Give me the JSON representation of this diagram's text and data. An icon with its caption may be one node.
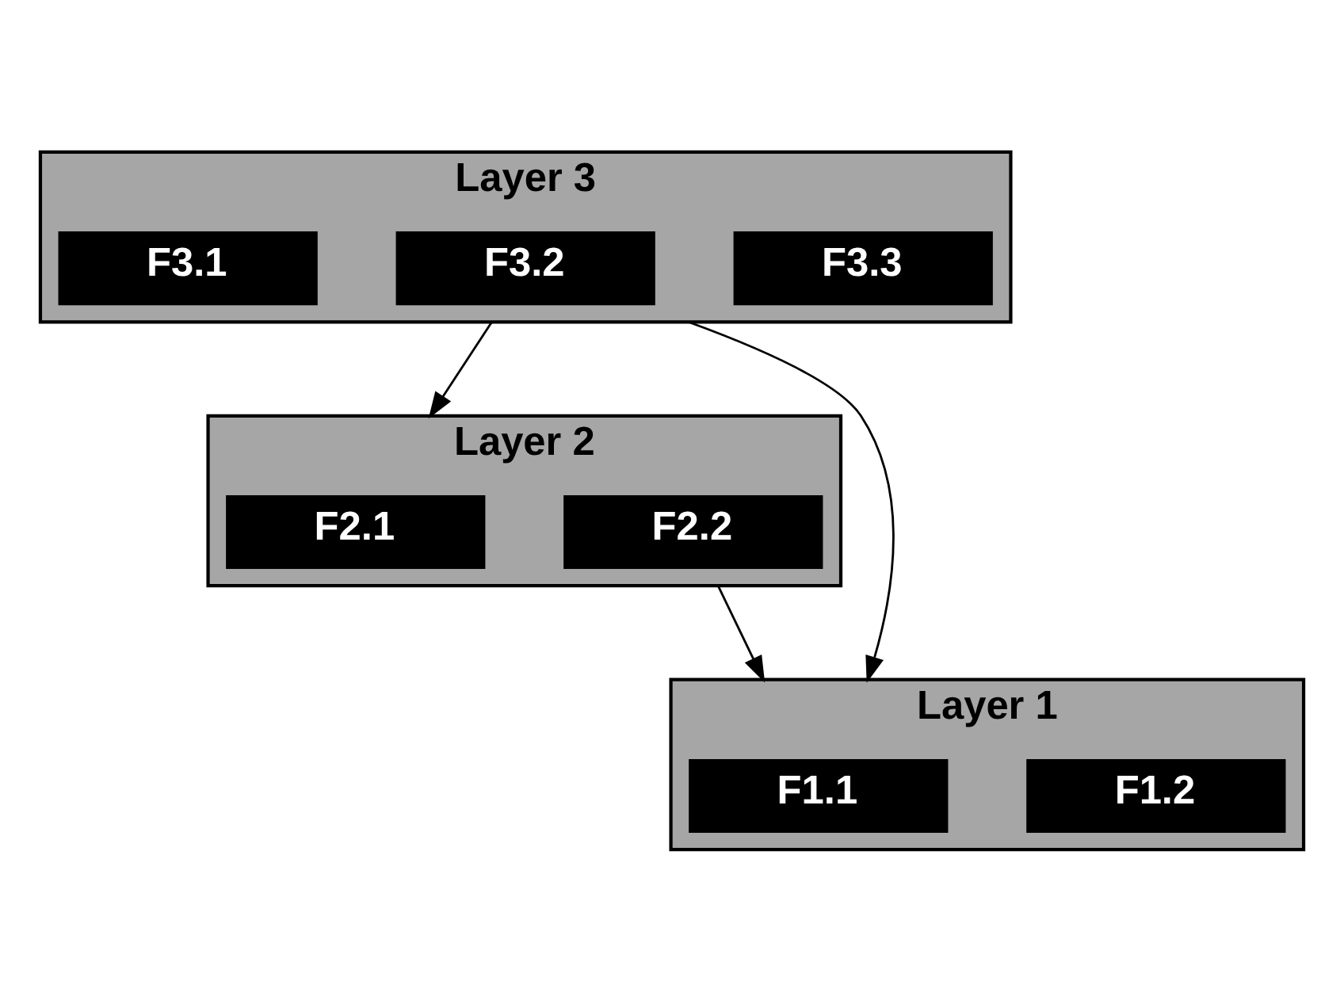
{
  "diagram": {
    "nodes": [
      {
        "text": [
          "Layer 3"
        ]
      },
      {
        "text": [
          "F3.1"
        ],
        "in": 0
      },
      {
        "text": [
          "F3.2"
        ],
        "in": 0
      },
      {
        "text": [
          "F3.3"
        ],
        "in": 0
      },
      {
        "text": [
          "Layer 2"
        ]
      },
      {
        "text": [
          "F2.1"
        ],
        "in": 4
      },
      {
        "text": [
          "F2.2"
        ],
        "in": 4
      },
      {
        "text": [
          "Layer 1"
        ]
      },
      {
        "text": [
          "F1.1"
        ],
        "in": 7
      },
      {
        "text": [
          "F1.2"
        ],
        "in": 7
      }
    ],
    "edges": [
      {
        "from": 0,
        "to": 4,
        "arrow": "to"
      },
      {
        "from": 4,
        "to": 7,
        "arrow": "to"
      },
      {
        "from": 0,
        "to": 7,
        "arrow": "to"
      }
    ]
  }
}
